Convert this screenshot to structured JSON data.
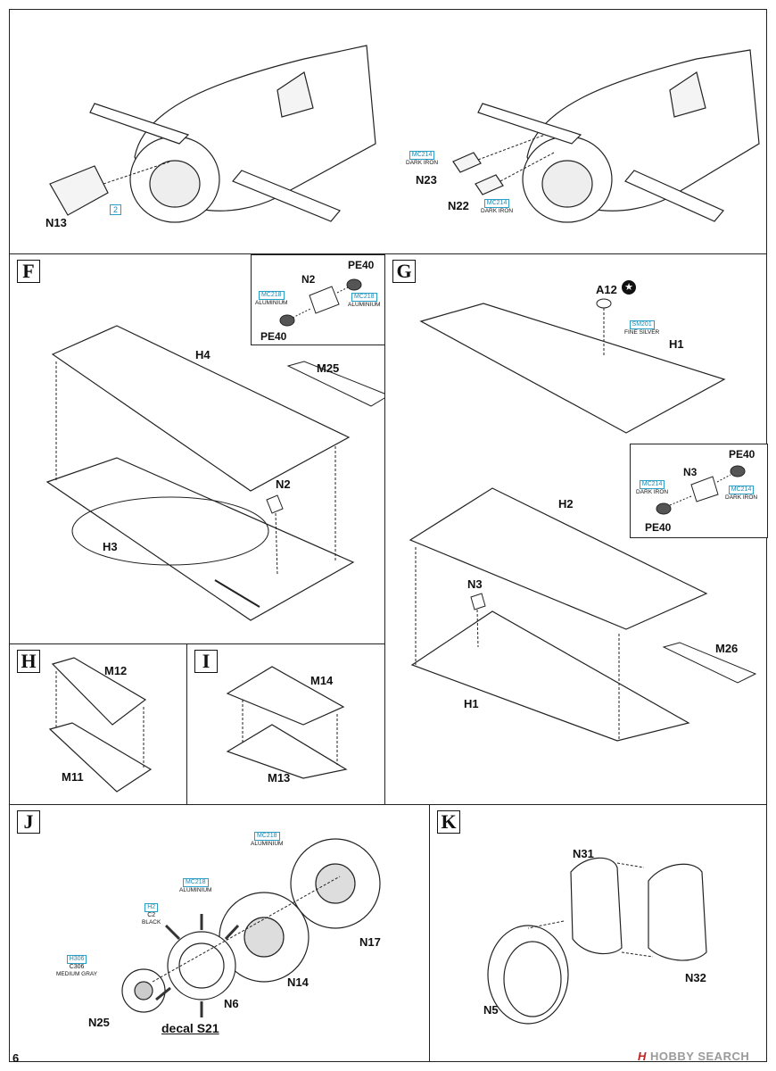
{
  "page_number": "6",
  "watermark": {
    "brand": "HOBBY SEARCH",
    "mark": "H"
  },
  "top_left": {
    "part": "N13",
    "ref": "2"
  },
  "top_right": {
    "parts": [
      "N23",
      "N22"
    ],
    "paint1": {
      "code": "MC214",
      "name": "DARK IRON"
    },
    "paint2": {
      "code": "MC214",
      "name": "DARK IRON"
    }
  },
  "step_f": {
    "letter": "F",
    "inset": {
      "part": "N2",
      "pe_top": "PE40",
      "pe_bottom": "PE40",
      "paint_left": {
        "code": "MC218",
        "name": "ALUMINIUM"
      },
      "paint_right": {
        "code": "MC218",
        "name": "ALUMINIUM"
      }
    },
    "parts": {
      "upper": "H4",
      "flap": "M25",
      "pod": "N2",
      "lower": "H3"
    }
  },
  "step_g": {
    "letter": "G",
    "top_part": "A12",
    "paint": {
      "code": "SM201",
      "name": "FINE SILVER"
    },
    "upper_wing": "H1",
    "inset": {
      "part": "N3",
      "pe_top": "PE40",
      "pe_bottom": "PE40",
      "paint_left": {
        "code": "MC214",
        "name": "DARK IRON"
      },
      "paint_right": {
        "code": "MC214",
        "name": "DARK IRON"
      }
    },
    "parts": {
      "upper": "H2",
      "pod": "N3",
      "flap": "M26",
      "lower": "H1"
    }
  },
  "step_h": {
    "letter": "H",
    "upper": "M12",
    "lower": "M11"
  },
  "step_i": {
    "letter": "I",
    "upper": "M14",
    "lower": "M13"
  },
  "step_j": {
    "letter": "J",
    "paint_engine_rear": {
      "code": "MC218",
      "name": "ALUMINIUM"
    },
    "paint_engine_front": {
      "code": "MC218",
      "name": "ALUMINIUM"
    },
    "paint_rods": {
      "code": "H2",
      "code2": "C2",
      "name": "BLACK"
    },
    "paint_hub": {
      "code": "H306",
      "code2": "C306",
      "name": "MEDIUM GRAY"
    },
    "parts": {
      "rear_engine": "N17",
      "front_engine": "N14",
      "rods": "N6",
      "hub": "N25"
    },
    "decal": "decal S21"
  },
  "step_k": {
    "letter": "K",
    "parts": {
      "ring": "N31",
      "cowl_side": "N32",
      "cowl_front": "N5"
    }
  }
}
